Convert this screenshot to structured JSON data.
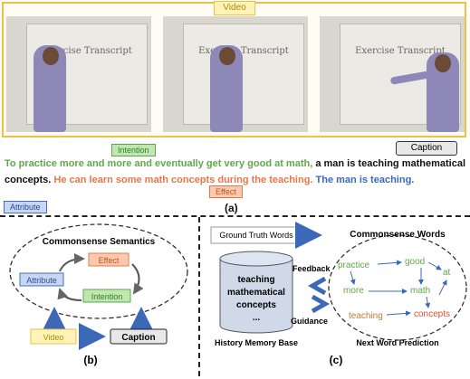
{
  "video": {
    "label": "Video",
    "frames": [
      {
        "board_text": "Exercise Transcript"
      },
      {
        "board_text": "Exercise Transcript"
      },
      {
        "board_text": "Exercise Transcript"
      }
    ]
  },
  "tags": {
    "intention": "Intention",
    "caption": "Caption",
    "effect": "Effect",
    "attribute": "Attribute"
  },
  "sentence": {
    "intention_part": "To practice more and more and eventually get very good at math,",
    "caption_part": " a man is teaching mathematical concepts.",
    "effect_part": " He can learn some math concepts during the teaching.",
    "attribute_part": " The man is teaching."
  },
  "panel_a_label": "(a)",
  "panel_b": {
    "label": "(b)",
    "title": "Commonsense Semantics",
    "nodes": {
      "effect": "Effect",
      "attribute": "Attribute",
      "intention": "Intention"
    },
    "video_label": "Video",
    "caption_label": "Caption"
  },
  "panel_c": {
    "label": "(c)",
    "ground_truth": "Ground Truth Words",
    "feedback": "Feedback",
    "guidance": "Guidance",
    "memory_text": [
      "teaching",
      "mathematical",
      "concepts",
      "..."
    ],
    "memory_caption": "History Memory Base",
    "commonsense_title": "Commonsense Words",
    "words": [
      "practice",
      "good",
      "at",
      "more",
      "math",
      "teaching",
      "concepts"
    ],
    "prediction_caption": "Next Word Prediction"
  },
  "colors": {
    "video": "#f0c040",
    "intention": "#5fa84a",
    "effect": "#e8764a",
    "attribute": "#3c68b8",
    "arrow": "#3c68b8"
  }
}
